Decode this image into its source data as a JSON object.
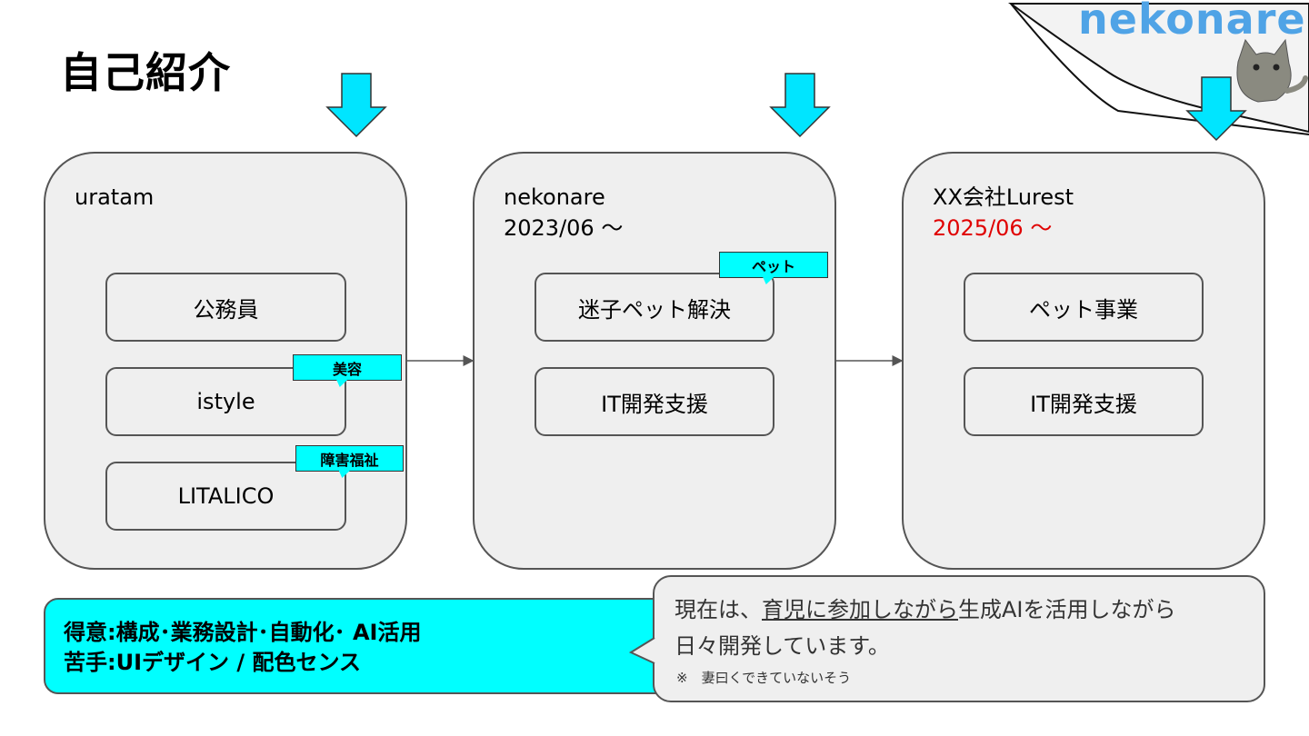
{
  "title": "自己紹介",
  "logo": {
    "text": "nekonare",
    "color": "#4fa3e6"
  },
  "accent_color": "#00ffff",
  "date_highlight_color": "#e00000",
  "panels": [
    {
      "name": "uratam",
      "date": "",
      "boxes": [
        "公務員",
        "istyle",
        "LITALICO"
      ],
      "tags": [
        "美容",
        "障害福祉"
      ]
    },
    {
      "name": "nekonare",
      "date": "2023/06 〜",
      "boxes": [
        "迷子ペット解決",
        "IT開発支援"
      ],
      "tags": [
        "ペット"
      ]
    },
    {
      "name": "XX会社Lurest",
      "date": "2025/06 〜",
      "boxes": [
        "ペット事業",
        "IT開発支援"
      ],
      "tags": []
    }
  ],
  "skills": {
    "good_label": "得意:",
    "good": "構成･業務設計･自動化･ AI活用",
    "bad_label": "苦手:",
    "bad": "UIデザイン / 配色センス"
  },
  "note": {
    "line1_a": "現在は、",
    "line1_underlined": "育児に参加しながら",
    "line1_b": "生成AIを活用しながら",
    "line2": "日々開発しています。",
    "small": "※　妻曰くできていないそう"
  }
}
